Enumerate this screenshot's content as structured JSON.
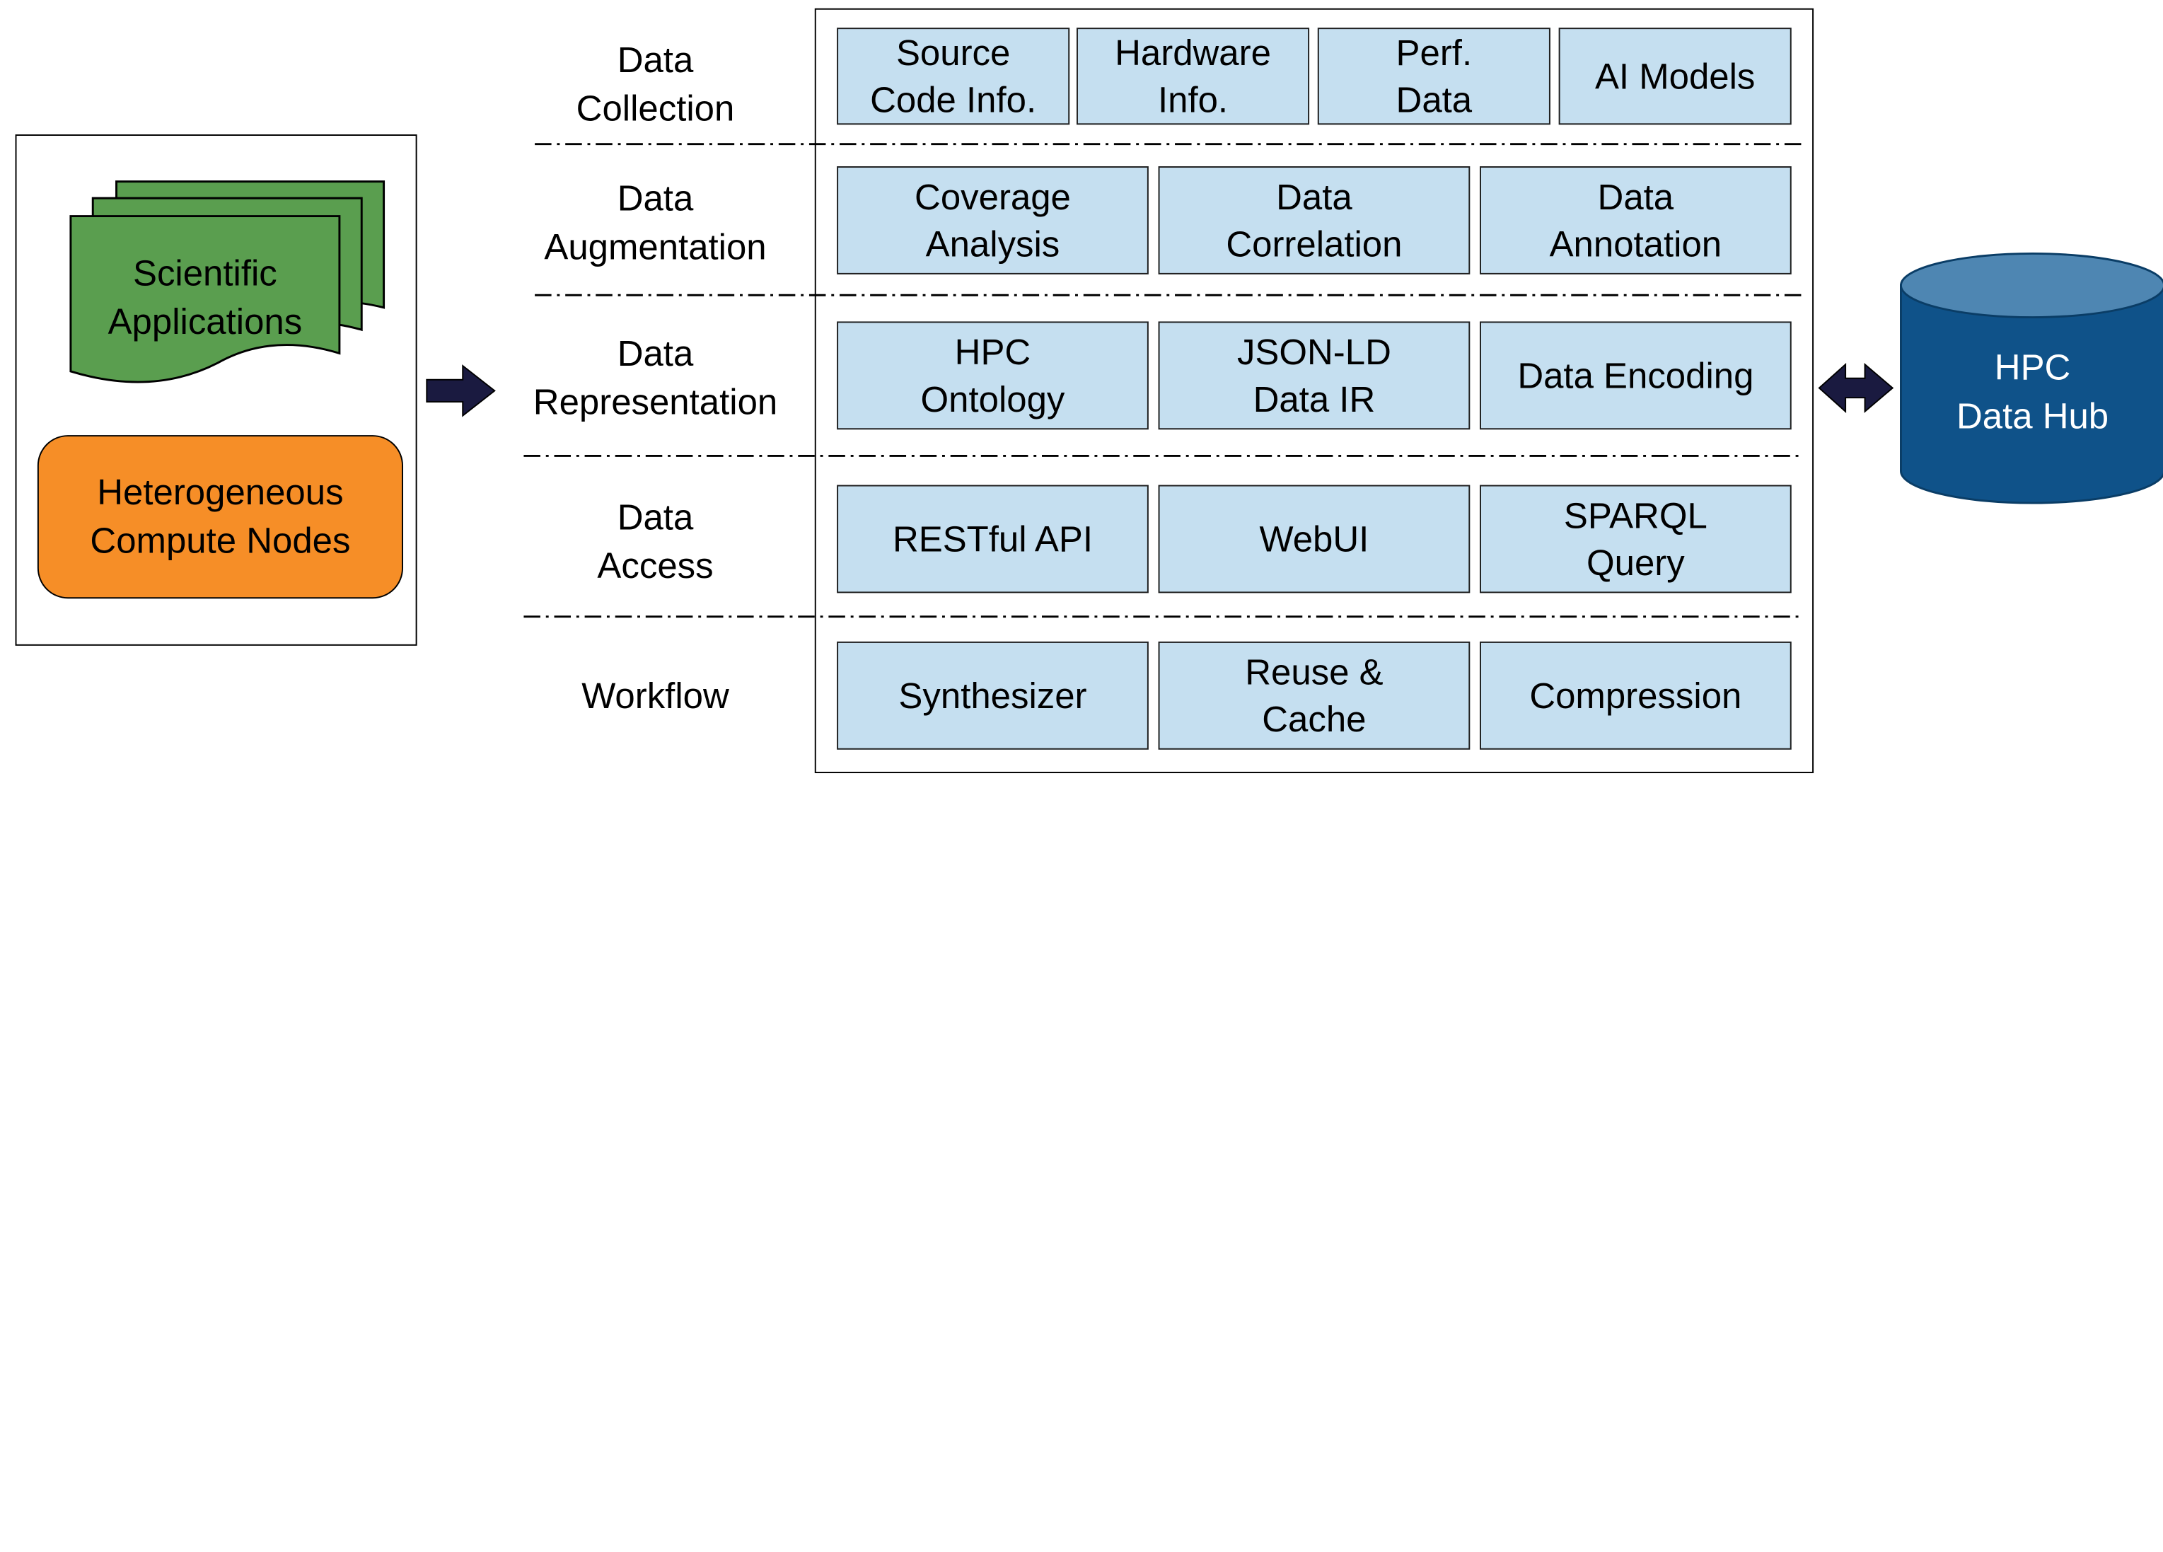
{
  "left_panel": {
    "documents_label": "Scientific\nApplications",
    "compute_label": "Heterogeneous\nCompute Nodes"
  },
  "layers": [
    {
      "label": "Data\nCollection",
      "boxes": [
        "Source\nCode Info.",
        "Hardware\nInfo.",
        "Perf.\nData",
        "AI Models"
      ]
    },
    {
      "label": "Data\nAugmentation",
      "boxes": [
        "Coverage\nAnalysis",
        "Data\nCorrelation",
        "Data\nAnnotation"
      ]
    },
    {
      "label": "Data\nRepresentation",
      "boxes": [
        "HPC\nOntology",
        "JSON-LD\nData IR",
        "Data Encoding"
      ]
    },
    {
      "label": "Data\nAccess",
      "boxes": [
        "RESTful API",
        "WebUI",
        "SPARQL\nQuery"
      ]
    },
    {
      "label": "Workflow",
      "boxes": [
        "Synthesizer",
        "Reuse &\nCache",
        "Compression"
      ]
    }
  ],
  "data_hub": {
    "label": "HPC\nData Hub"
  },
  "colors": {
    "document_fill": "#5a9e4f",
    "compute_fill": "#f68e27",
    "box_fill": "#c5dff0",
    "cylinder_body": "#0f5289",
    "cylinder_top": "#4e86b2",
    "arrow_fill": "#1a1a40"
  }
}
